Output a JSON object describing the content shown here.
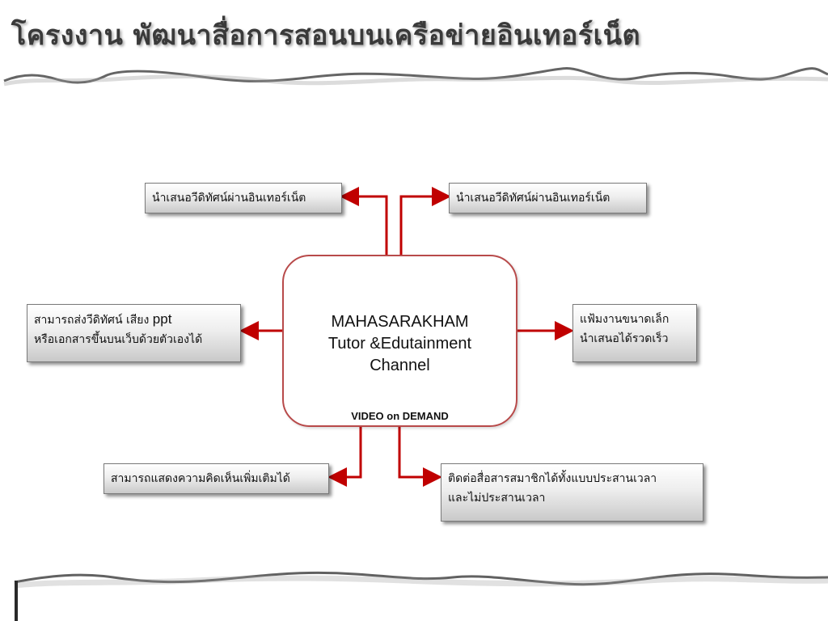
{
  "title": "โครงงาน พัฒนาสื่อการสอนบนเครือข่ายอินเทอร์เน็ต",
  "center": {
    "name_lines": [
      "MAHASARAKHAM",
      "Tutor &Edutainment",
      "Channel"
    ],
    "subtitle": "VIDEO on DEMAND"
  },
  "boxes": {
    "top_left": "นำเสนอวีดิทัศน์ผ่านอินเทอร์เน็ต",
    "top_right": "นำเสนอวีดิทัศน์ผ่านอินเทอร์เน็ต",
    "mid_left_line1_prefix": "สามารถส่งวีดิทัศน์ เสียง",
    "mid_left_line1_ppt": "ppt",
    "mid_left_line2": "หรือเอกสารขึ้นบนเว็บด้วยตัวเองได้",
    "mid_right_line1": "แฟ้มงานขนาดเล็ก",
    "mid_right_line2": "นำเสนอได้รวดเร็ว",
    "bottom_left": "สามารถแสดงความคิดเห็นเพิ่มเติมได้",
    "bottom_right_line1": "ติดต่อสื่อสารสมาชิกได้ทั้งแบบประสานเวลา",
    "bottom_right_line2": "และไม่ประสานเวลา"
  },
  "colors": {
    "connector": "#c00000",
    "center_border": "#b84a4a",
    "title": "#3a3a3a"
  }
}
